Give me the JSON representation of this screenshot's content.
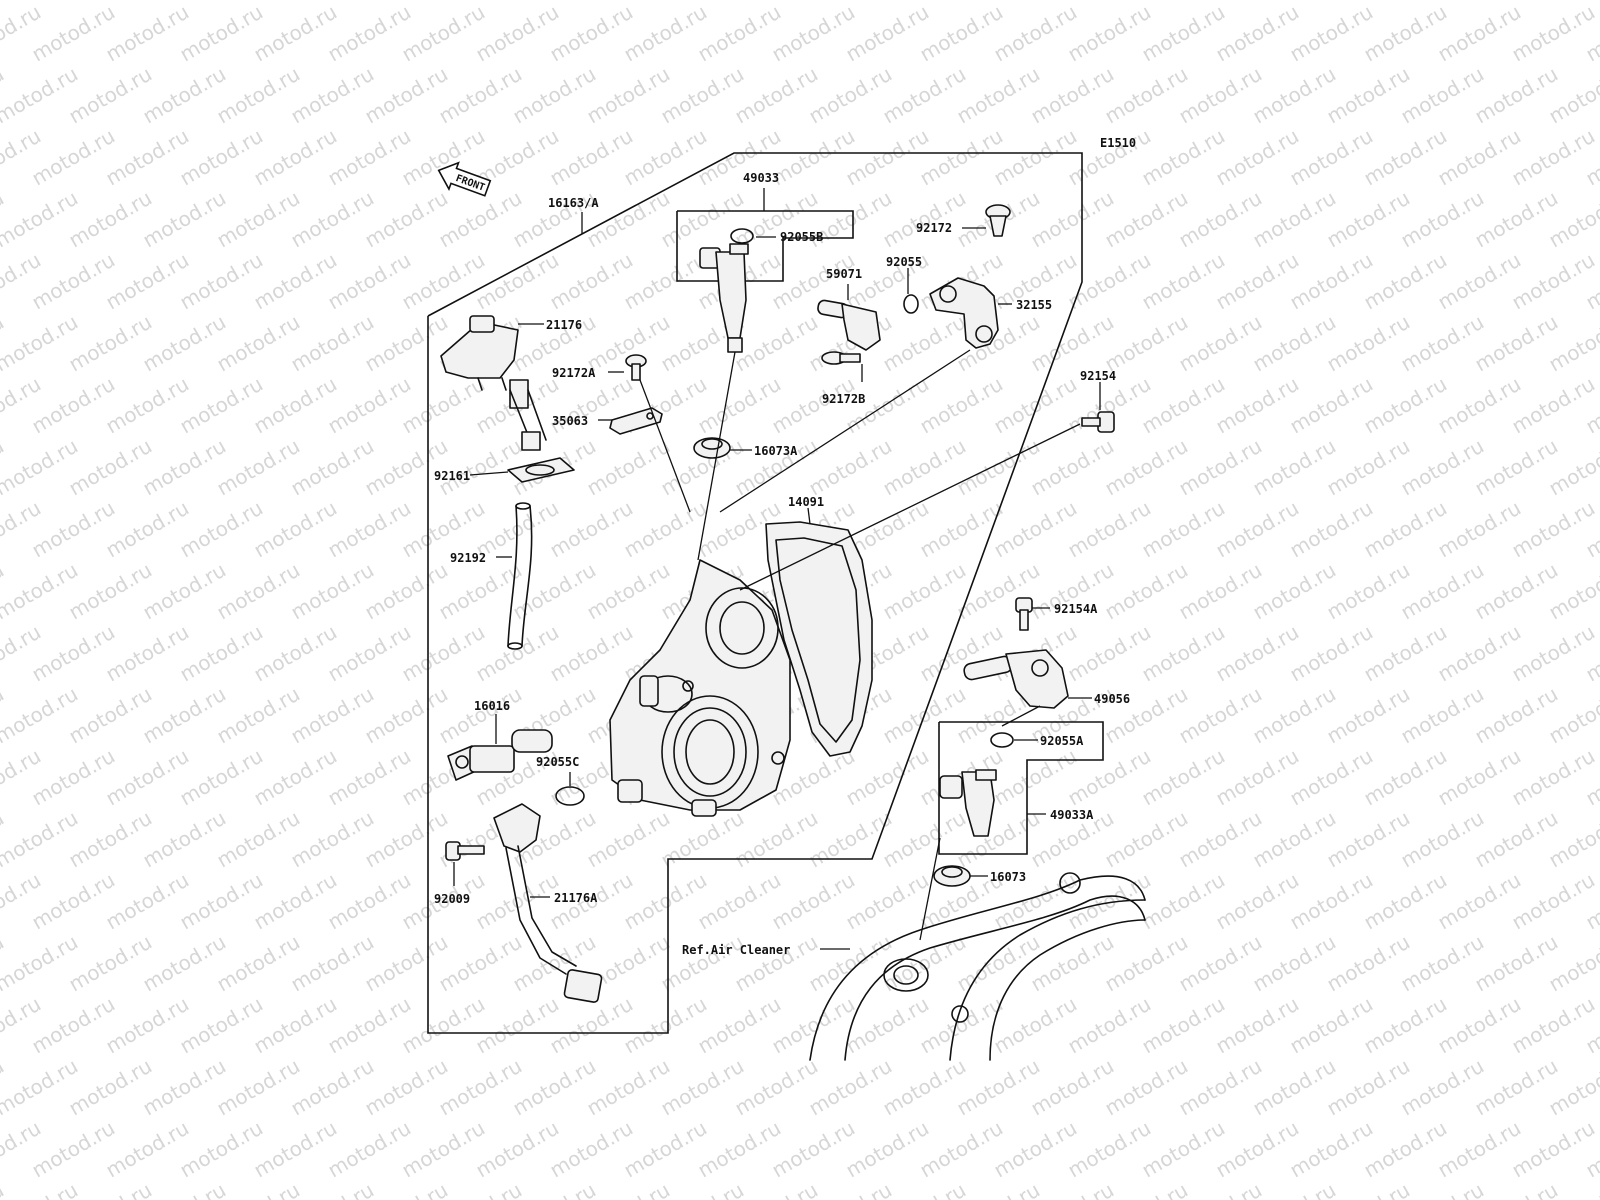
{
  "diagram": {
    "code": "E1510",
    "front_label": "FRONT",
    "watermark_text": "motod.ru",
    "ref_label": "Ref.Air Cleaner",
    "colors": {
      "line": "#111111",
      "watermark": "#d6d6d6",
      "background": "#ffffff"
    }
  },
  "labels": {
    "p16163A": "16163/A",
    "p49033": "49033",
    "p92055B": "92055B",
    "p92172": "92172",
    "p59071": "59071",
    "p92055": "92055",
    "p32155": "32155",
    "p21176": "21176",
    "p92172A": "92172A",
    "p92172B": "92172B",
    "p92154": "92154",
    "p35063": "35063",
    "p16073A": "16073A",
    "p92161": "92161",
    "p14091": "14091",
    "p92192": "92192",
    "p92154A": "92154A",
    "p49056": "49056",
    "p16016": "16016",
    "p92055A": "92055A",
    "p92055C": "92055C",
    "p49033A": "49033A",
    "p16073": "16073",
    "p92009": "92009",
    "p21176A": "21176A"
  }
}
